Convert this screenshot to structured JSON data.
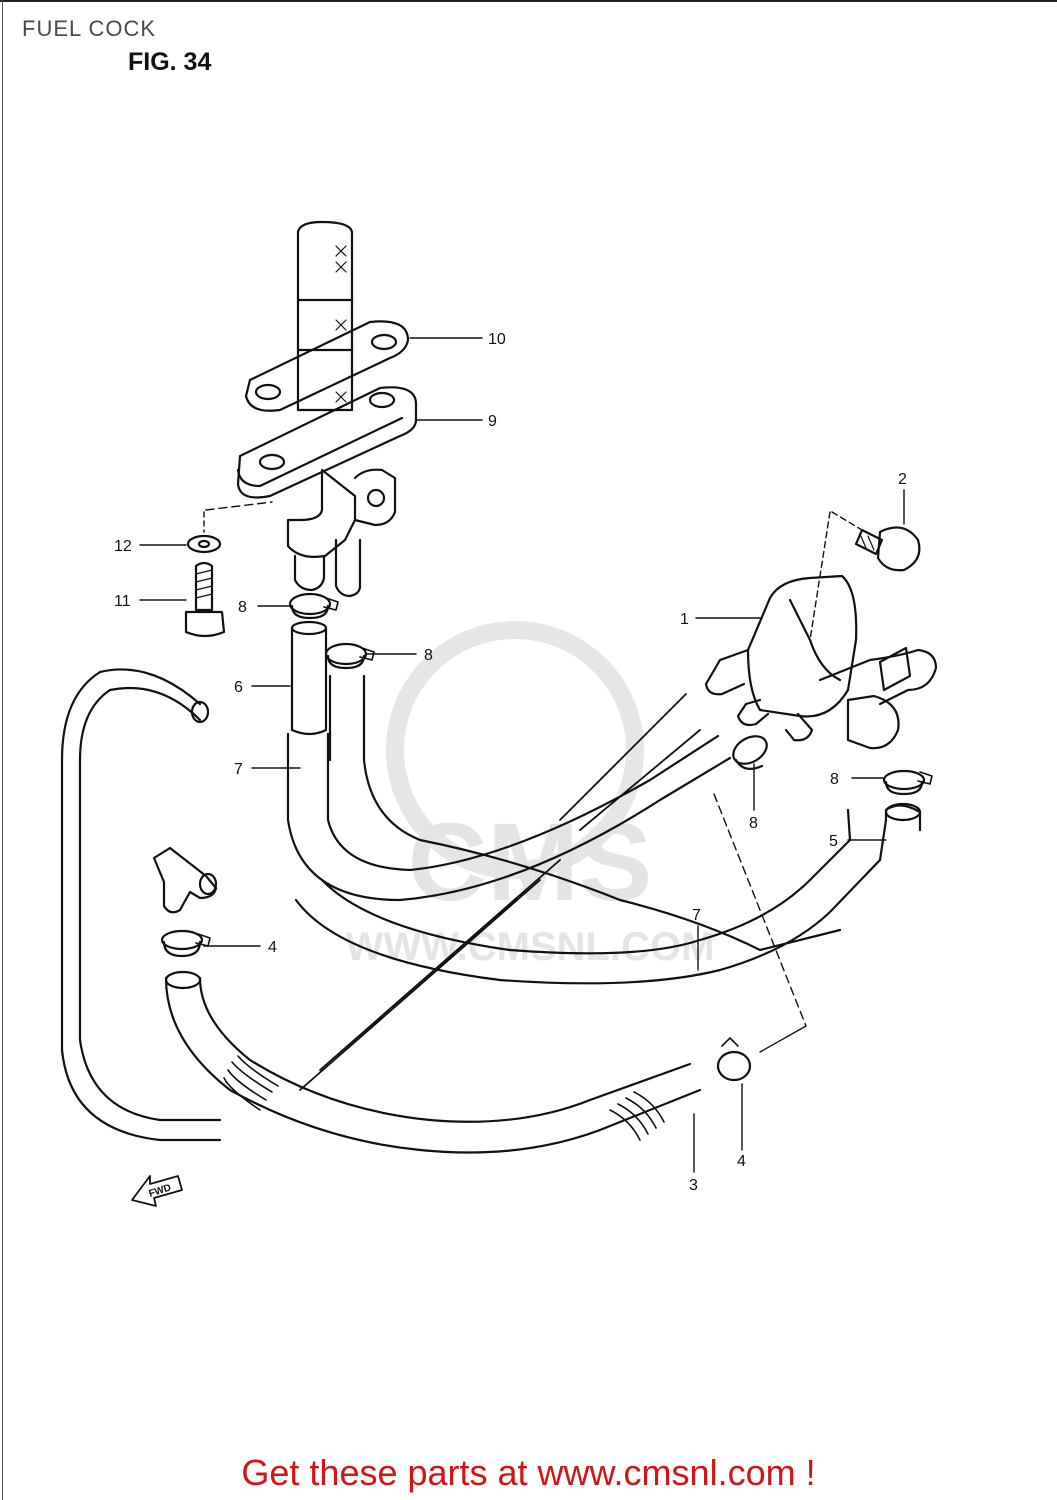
{
  "header": {
    "title": "FUEL COCK",
    "figure": "FIG. 34"
  },
  "watermark": {
    "brand": "CMS",
    "url": "WWW.CMSNL.COM"
  },
  "direction_marker": "FWD",
  "callouts": [
    {
      "id": "10",
      "label": "10"
    },
    {
      "id": "9",
      "label": "9"
    },
    {
      "id": "2",
      "label": "2"
    },
    {
      "id": "12",
      "label": "12"
    },
    {
      "id": "11",
      "label": "11"
    },
    {
      "id": "8a",
      "label": "8"
    },
    {
      "id": "8b",
      "label": "8"
    },
    {
      "id": "1",
      "label": "1"
    },
    {
      "id": "6",
      "label": "6"
    },
    {
      "id": "7a",
      "label": "7"
    },
    {
      "id": "8c",
      "label": "8"
    },
    {
      "id": "8d",
      "label": "8"
    },
    {
      "id": "5",
      "label": "5"
    },
    {
      "id": "7b",
      "label": "7"
    },
    {
      "id": "4a",
      "label": "4"
    },
    {
      "id": "4b",
      "label": "4"
    },
    {
      "id": "3",
      "label": "3"
    }
  ],
  "footer": {
    "text": "Get these parts at www.cmsnl.com !"
  },
  "colors": {
    "line": "#111111",
    "watermark": "#e4e4e4",
    "footer": "#d41414"
  }
}
